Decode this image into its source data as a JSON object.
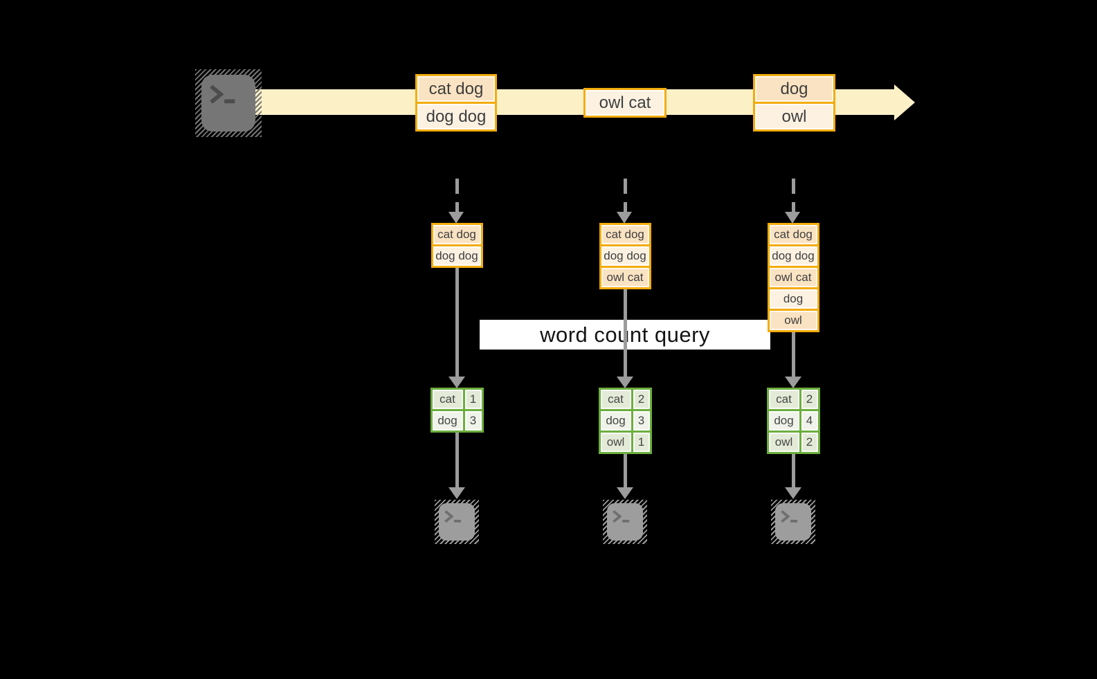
{
  "background": "#000000",
  "query_label": "word count query",
  "stream": {
    "source_icon": "terminal-icon",
    "records": [
      {
        "lines": [
          {
            "text": "cat dog",
            "tone": "dark"
          },
          {
            "text": "dog dog",
            "tone": "light"
          }
        ]
      },
      {
        "lines": [
          {
            "text": "owl cat",
            "tone": "light"
          }
        ]
      },
      {
        "lines": [
          {
            "text": "dog",
            "tone": "dark"
          },
          {
            "text": "owl",
            "tone": "light"
          }
        ]
      }
    ]
  },
  "columns": [
    {
      "buffer": [
        "cat dog",
        "dog dog"
      ],
      "counts": [
        {
          "word": "cat",
          "count": "1"
        },
        {
          "word": "dog",
          "count": "3"
        }
      ],
      "sink_icon": "terminal-icon"
    },
    {
      "buffer": [
        "cat dog",
        "dog dog",
        "owl cat"
      ],
      "counts": [
        {
          "word": "cat",
          "count": "2"
        },
        {
          "word": "dog",
          "count": "3"
        },
        {
          "word": "owl",
          "count": "1"
        }
      ],
      "sink_icon": "terminal-icon"
    },
    {
      "buffer": [
        "cat dog",
        "dog dog",
        "owl cat",
        "dog",
        "owl"
      ],
      "counts": [
        {
          "word": "cat",
          "count": "2"
        },
        {
          "word": "dog",
          "count": "4"
        },
        {
          "word": "owl",
          "count": "2"
        }
      ],
      "sink_icon": "terminal-icon"
    }
  ],
  "colors": {
    "gold_border": "#F3AC0C",
    "peach_dark": "#FAE3C2",
    "peach_light": "#FDF2E2",
    "stream_cream": "#FCF0C7",
    "arrow_gray": "#9C9C9C",
    "green_border": "#6CAE3E",
    "green_cell_dark": "#E3EAD7",
    "green_cell_light": "#EFF3E9",
    "terminal_dark_fill": "#767676",
    "terminal_dark_glyph": "#4C4C4C",
    "terminal_light_fill": "#9D9D9D",
    "terminal_light_glyph": "#6F6F6F",
    "label_bg": "#FFFFFF"
  }
}
